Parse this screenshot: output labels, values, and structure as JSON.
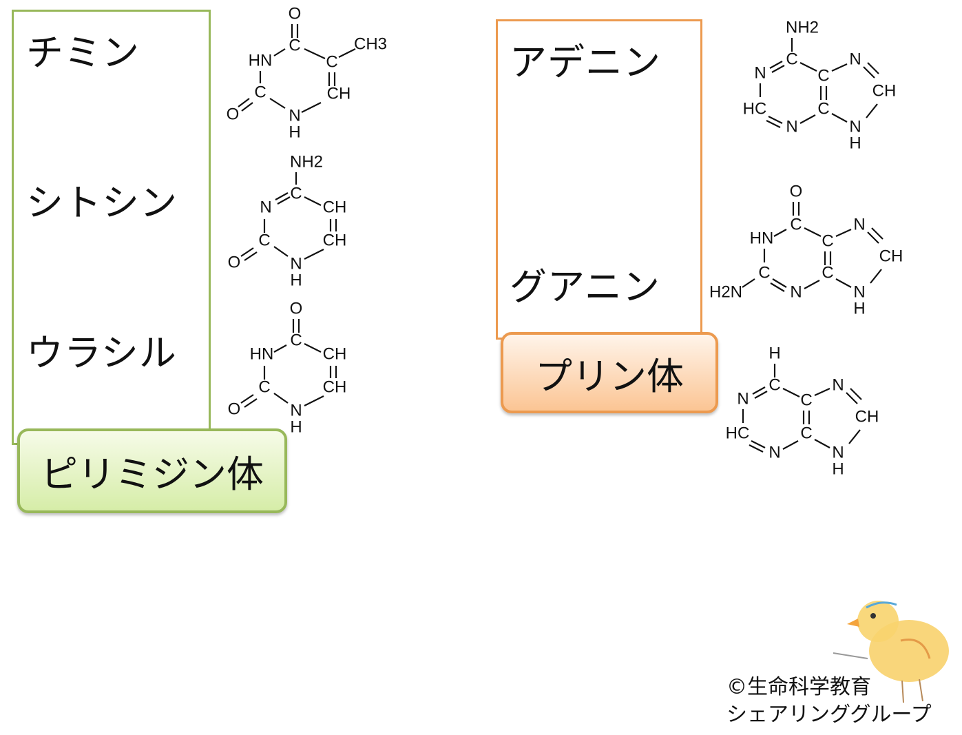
{
  "pyrimidine": {
    "group_label": "ピリミジン体",
    "bases": [
      {
        "name": "チミン"
      },
      {
        "name": "シトシン"
      },
      {
        "name": "ウラシル"
      }
    ]
  },
  "purine": {
    "group_label": "プリン体",
    "bases": [
      {
        "name": "アデニン"
      },
      {
        "name": "グアニン"
      }
    ]
  },
  "atoms": {
    "O": "O",
    "C": "C",
    "N": "N",
    "H": "H",
    "HN": "HN",
    "CH": "CH",
    "HC": "HC",
    "CH3": "CH3",
    "NH2": "NH2",
    "H2N": "H2N"
  },
  "credit": {
    "line1": "©生命科学教育",
    "line2": "シェアリンググループ"
  },
  "colors": {
    "pyrimidine_border": "#98b85a",
    "pyrimidine_fill_top": "#f6fbe8",
    "pyrimidine_fill_bottom": "#d6eda8",
    "purine_border": "#ec9a4f",
    "purine_fill_top": "#fff4ea",
    "purine_fill_bottom": "#fbc594"
  },
  "mascot_icon": "chick-icon"
}
